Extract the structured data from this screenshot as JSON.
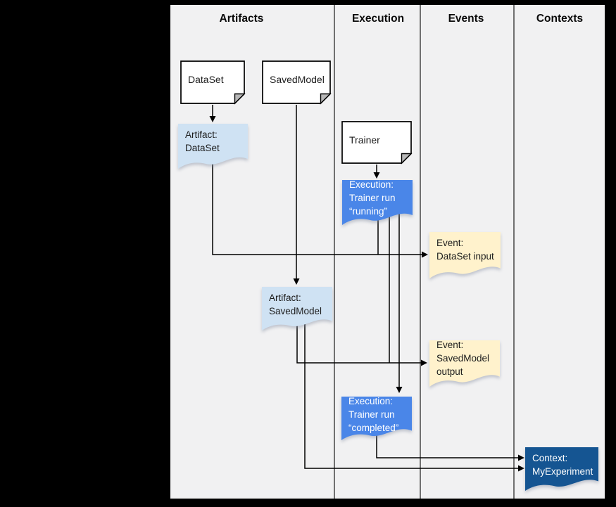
{
  "columns": [
    {
      "label": "Artifacts"
    },
    {
      "label": "Execution"
    },
    {
      "label": "Events"
    },
    {
      "label": "Contexts"
    }
  ],
  "nodes": {
    "dataset": {
      "label": "DataSet"
    },
    "savedmodel": {
      "label": "SavedModel"
    },
    "trainer": {
      "label": "Trainer"
    },
    "artifact_dataset": {
      "label": "Artifact:\nDataSet"
    },
    "execution_running": {
      "label": "Execution:\nTrainer run\n“running”"
    },
    "event_dataset_input": {
      "label": "Event:\nDataSet input"
    },
    "artifact_savedmodel": {
      "label": "Artifact:\nSavedModel"
    },
    "event_savedmodel_output": {
      "label": "Event:\nSavedModel\noutput"
    },
    "execution_completed": {
      "label": "Execution:\nTrainer run\n“completed”"
    },
    "context_myexperiment": {
      "label": "Context:\nMyExperiment"
    }
  },
  "colors": {
    "background": "#000000",
    "board": "#f1f1f2",
    "note_fill": "#ffffff",
    "note_fold": "#b7b7b7",
    "note_border": "#000000",
    "artifact": "#cfe2f3",
    "execution": "#4a86e8",
    "event": "#fff2cc",
    "context": "#155592",
    "line": "#000000"
  }
}
